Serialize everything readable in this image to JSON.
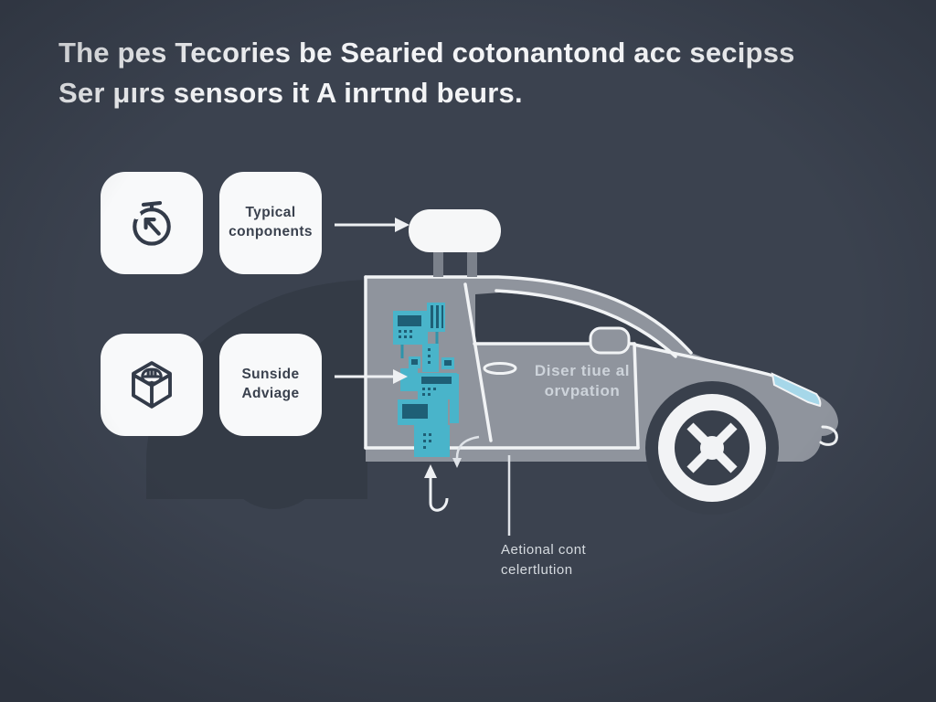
{
  "title": {
    "line1": "The pes Tecories be Searied cotonantond acc secipss",
    "line2": "Ser μırs sensors it A inrτnd beurs."
  },
  "cards": [
    {
      "kind": "icon",
      "icon": "stopwatch-icon"
    },
    {
      "kind": "label",
      "line1": "Typical",
      "line2": "conponents"
    },
    {
      "kind": "icon",
      "icon": "brain-cube-icon"
    },
    {
      "kind": "label",
      "line1": "Sunside",
      "line2": "Adviage"
    }
  ],
  "car": {
    "door_label": {
      "line1": "Diser tiue al",
      "line2": "orvpation"
    }
  },
  "annotations": {
    "bottom_label": {
      "line1": "Aetional cont",
      "line2": "celertlution"
    }
  },
  "colors": {
    "background": "#3b424f",
    "card": "#f8f9fa",
    "card_text": "#3a414e",
    "title_text": "#f3f4f6",
    "car_body_gray": "#8f949d",
    "rear_silhouette": "#343b46",
    "window_dark": "#39404c",
    "line_white": "#f1f3f5",
    "component_teal": "#49b4ca",
    "component_detail": "#1e5f76",
    "headlight_blue": "#a6d7e9",
    "door_text": "#cdd3da",
    "annotation_text": "#d6dbe0"
  }
}
